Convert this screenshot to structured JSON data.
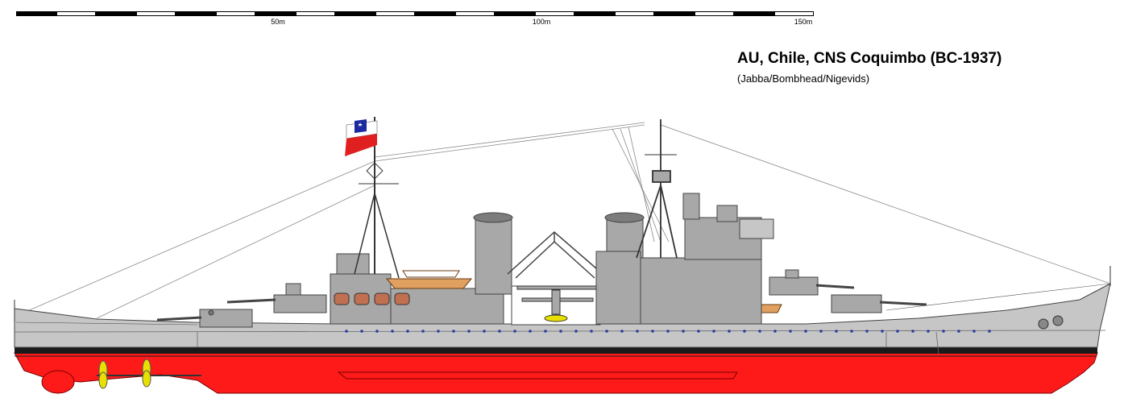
{
  "scale": {
    "labels": [
      "50m",
      "100m",
      "150m"
    ],
    "segments": 20
  },
  "title": "AU, Chile, CNS Coquimbo (BC-1937)",
  "credits": "(Jabba/Bombhead/Nigevids)",
  "colors": {
    "hull_grey": "#c6c6c6",
    "structure_grey": "#a8a8a8",
    "dark_grey": "#7c7c7c",
    "boot_topping": "#1a1a1a",
    "antifouling_red": "#ff1a1a",
    "boat_wood": "#e0a060",
    "propeller_yellow": "#e8e000",
    "flag_red": "#e02020",
    "flag_blue": "#1a2aa0",
    "porthole_blue": "#2a3aa0"
  }
}
